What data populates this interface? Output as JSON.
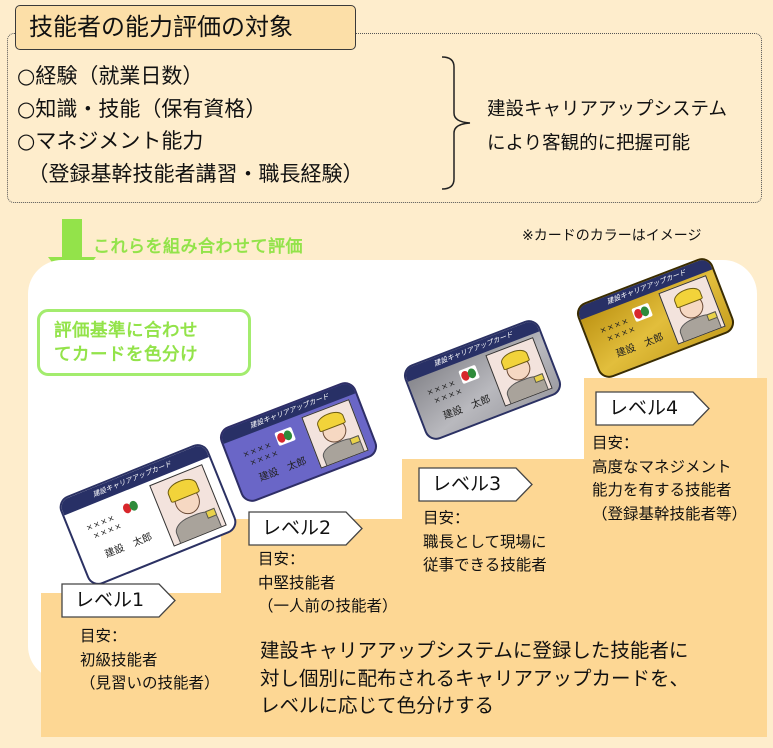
{
  "header": {
    "title": "技能者の能力評価の対象"
  },
  "criteria": {
    "items": [
      "○経験（就業日数）",
      "○知識・技能（保有資格）",
      "○マネジメント能力",
      "　（登録基幹技能者講習・職長経験）"
    ],
    "system_note": [
      "建設キャリアアップシステム",
      "により客観的に把握可能"
    ]
  },
  "flow": {
    "combine_label": "これらを組み合わせて評価",
    "card_color_note": "※カードのカラーはイメージ",
    "color_by_criteria": [
      "評価基準に合わせ",
      "てカードを色分け"
    ]
  },
  "card_template": {
    "header": "建設キャリアアップカード",
    "ids": "××××\n ××××",
    "name": "建設　太郎"
  },
  "levels": [
    {
      "label": "レベル1",
      "desc": "目安：\n初級技能者\n（見習いの技能者）",
      "card_color": "#FFFFFF"
    },
    {
      "label": "レベル2",
      "desc": "目安：\n中堅技能者\n（一人前の技能者）",
      "card_color": "#6A66C7"
    },
    {
      "label": "レベル3",
      "desc": "目安：\n職長として現場に\n従事できる技能者",
      "card_color": "#A9A9AE"
    },
    {
      "label": "レベル4",
      "desc": "目安：\n高度なマネジメント\n能力を有する技能者\n（登録基幹技能者等）",
      "card_color": "#D4AE2C"
    }
  ],
  "summary": {
    "text": "建設キャリアアップシステムに登録した技能者に\n対し個別に配布されるキャリアアップカードを、\nレベルに応じて色分けする"
  },
  "colors": {
    "background": "#FEEDCC",
    "title_fill": "#FCDFA8",
    "stairs": "#FDD794",
    "accent_green": "#93E34A",
    "card_stripe": "#283066"
  }
}
